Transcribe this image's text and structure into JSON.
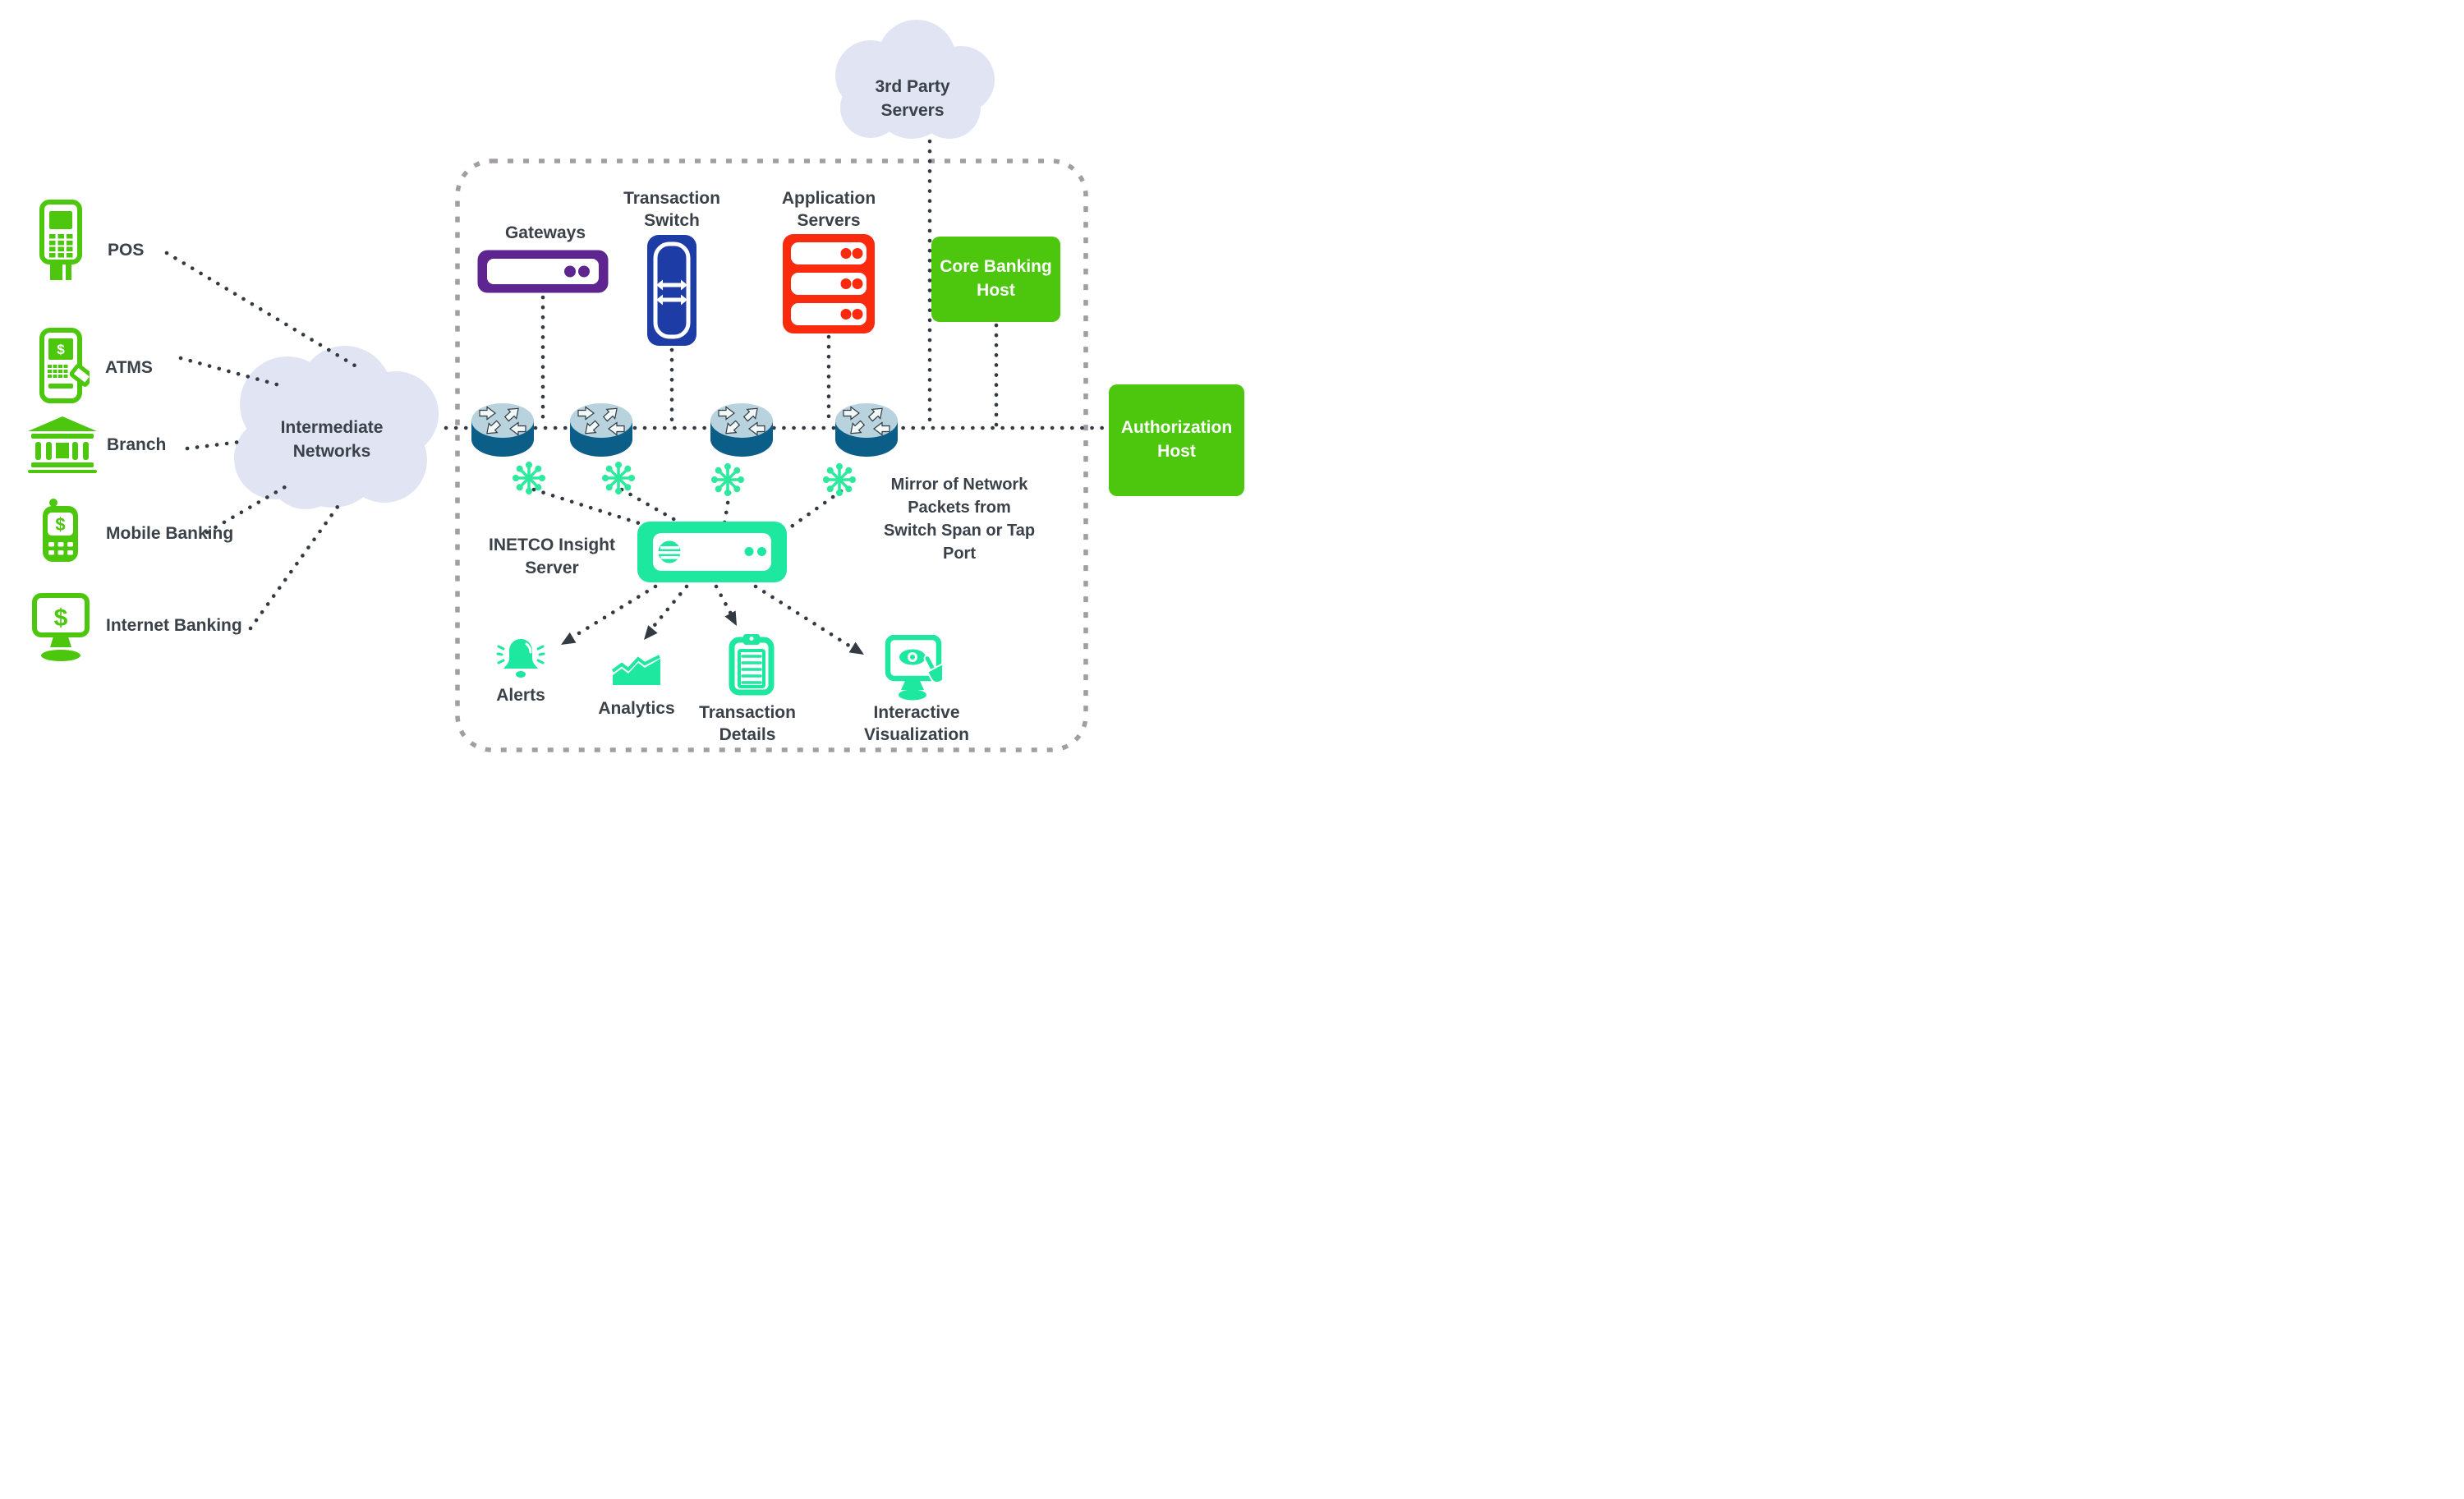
{
  "title": "Payment network monitoring diagram",
  "colors": {
    "channel_green": "#4dc70e",
    "host_green": "#4dc70e",
    "gateway_purple": "#5e2590",
    "switch_blue": "#1d3ca6",
    "server_red": "#fa2a0e",
    "insight_teal": "#1ee8a0",
    "snowflake_teal": "#2ce99e",
    "cloud_fill": "#e1e5f3",
    "text_ink": "#3a4149",
    "dotted_line": "#333a42",
    "dashed_border": "#a29da2",
    "router_top": "#b9d3de",
    "router_body": "#0b5e87"
  },
  "channels": {
    "pos": "POS",
    "atms": "ATMS",
    "branch": "Branch",
    "mobile": "Mobile Banking",
    "internet": "Internet Banking"
  },
  "clouds": {
    "intermediate": {
      "line1": "Intermediate",
      "line2": "Networks"
    },
    "third_party": {
      "line1": "3rd Party",
      "line2": "Servers"
    }
  },
  "nodes": {
    "gateways": "Gateways",
    "transaction_switch": {
      "line1": "Transaction",
      "line2": "Switch"
    },
    "application_servers": {
      "line1": "Application",
      "line2": "Servers"
    },
    "core_banking": {
      "line1": "Core Banking",
      "line2": "Host"
    },
    "authorization": {
      "line1": "Authorization",
      "line2": "Host"
    }
  },
  "insight": {
    "label": {
      "line1": "INETCO Insight",
      "line2": "Server"
    },
    "mirror": {
      "line1": "Mirror of Network",
      "line2": "Packets from",
      "line3": "Switch Span or Tap",
      "line4": "Port"
    }
  },
  "outputs": {
    "alerts": "Alerts",
    "analytics": "Analytics",
    "transaction_details": {
      "line1": "Transaction",
      "line2": "Details"
    },
    "interactive_visualization": {
      "line1": "Interactive",
      "line2": "Visualization"
    }
  },
  "icons": {
    "pos-terminal-icon": "green payment terminal",
    "atm-icon": "green ATM with card",
    "branch-icon": "green bank building",
    "mobile-banking-icon": "green phone with dollar",
    "internet-banking-icon": "green monitor with dollar",
    "gateway-device-icon": "purple rack device",
    "transaction-switch-icon": "blue switch with arrows",
    "application-servers-icon": "red server stack",
    "router-icon": "cisco style router cylinder",
    "network-tap-icon": "teal snowflake tap",
    "insight-server-icon": "teal rack server with globe",
    "alerts-bell-icon": "teal bell",
    "analytics-chart-icon": "teal area chart",
    "transaction-details-icon": "teal clipboard",
    "interactive-visualization-icon": "teal monitor with eye and hand"
  }
}
